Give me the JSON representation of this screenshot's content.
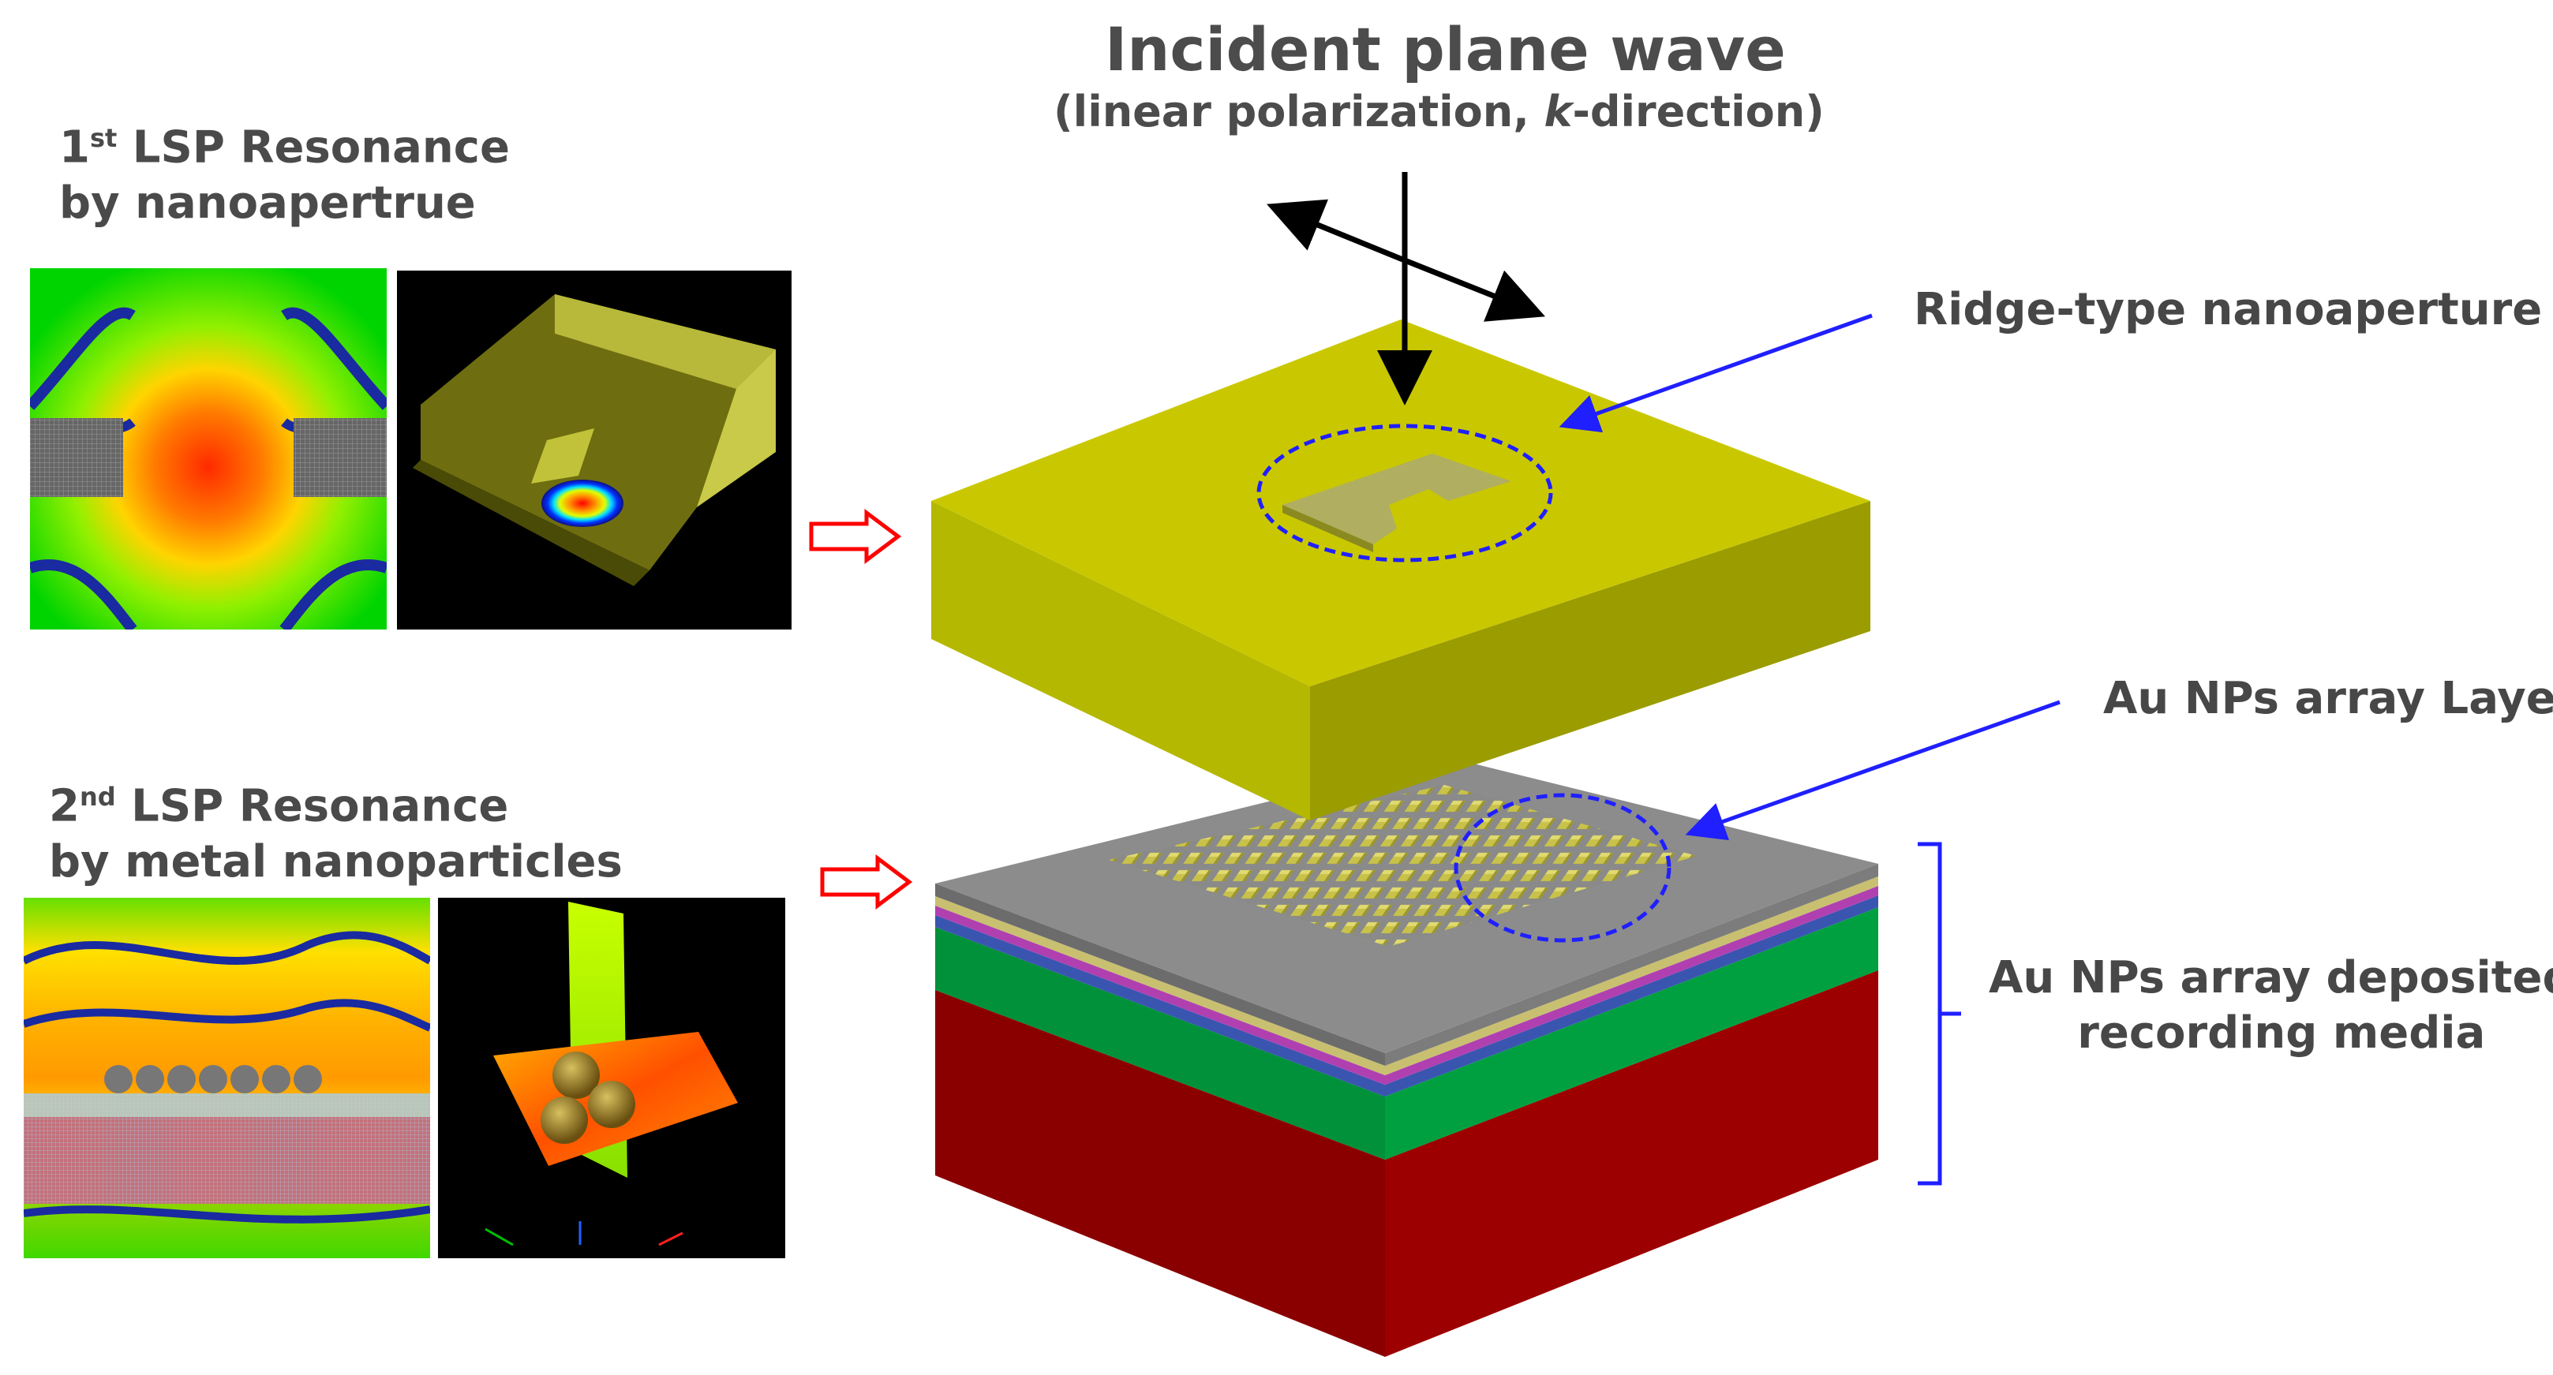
{
  "incident": {
    "title": "Incident plane wave",
    "subtitle_prefix": "(linear polarization, ",
    "subtitle_k": "k",
    "subtitle_suffix": "-direction)"
  },
  "first_resonance": {
    "ordinal_num": "1",
    "ordinal_sup": "st",
    "title_rest": " LSP Resonance",
    "line2": "by nanoapertrue"
  },
  "second_resonance": {
    "ordinal_num": "2",
    "ordinal_sup": "nd",
    "title_rest": " LSP Resonance",
    "line2": "by metal nanoparticles"
  },
  "labels": {
    "ridge": "Ridge-type nanoaperture",
    "np_layer": "Au NPs array Layer",
    "media_line1": "Au NPs array deposited",
    "media_line2": "recording media"
  },
  "colors": {
    "gold_top": "#c8c800",
    "gold_front": "#b5b800",
    "gold_side": "#9a9c00",
    "media_red": "#9b0000",
    "media_green": "#009a3c",
    "callout_blue": "#1f1fff",
    "arrow_red": "#ff0000"
  }
}
